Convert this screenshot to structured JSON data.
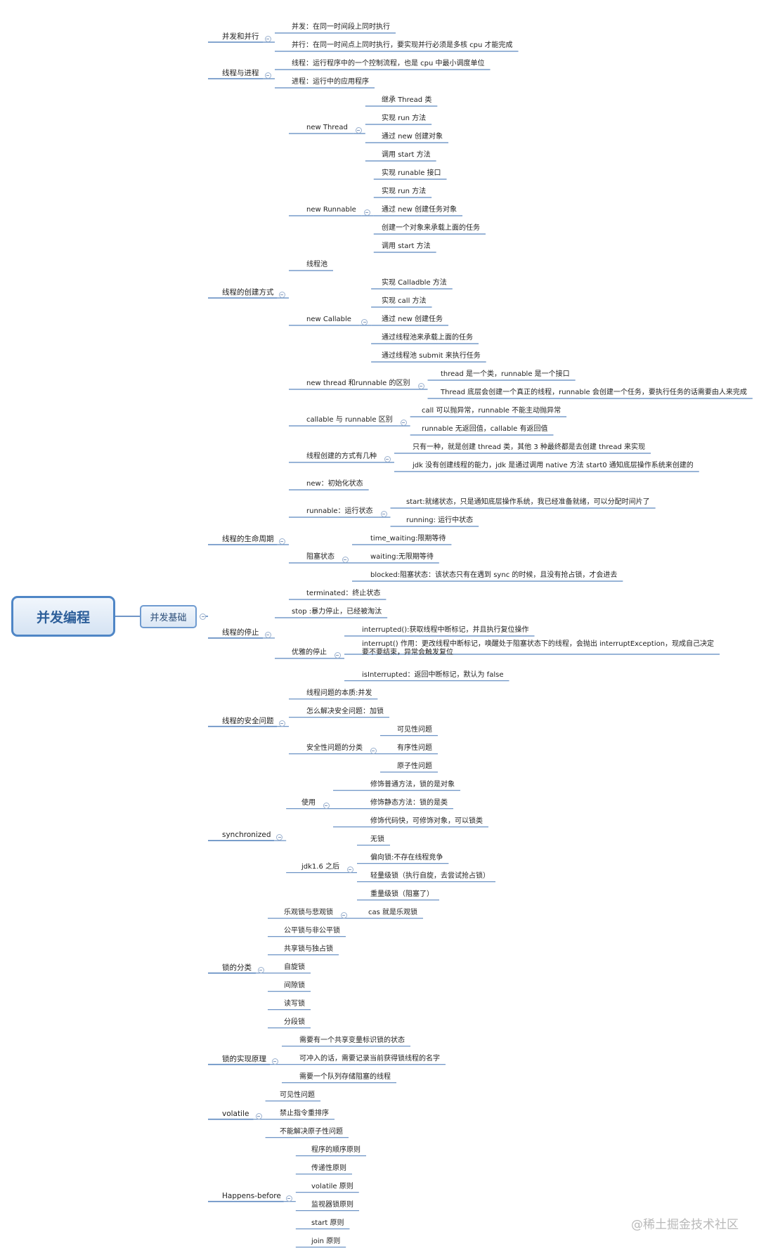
{
  "root": {
    "label": "并发编程"
  },
  "hub": {
    "label": "并发基础"
  },
  "watermark": "@稀土掘金技术社区",
  "colors": {
    "line": "#5b87bf",
    "root_border": "#4f86c6",
    "text": "#222222"
  },
  "tree": [
    {
      "label": "并发和并行",
      "children": [
        {
          "label": "并发：在同一时间段上同时执行"
        },
        {
          "label": "并行：在同一时间点上同时执行，要实现并行必须是多核 cpu 才能完成"
        }
      ]
    },
    {
      "label": "线程与进程",
      "children": [
        {
          "label": "线程：运行程序中的一个控制流程，也是 cpu 中最小调度单位"
        },
        {
          "label": "进程：运行中的应用程序"
        }
      ]
    },
    {
      "label": "线程的创建方式",
      "children": [
        {
          "label": "new Thread",
          "children": [
            {
              "label": "继承 Thread 类"
            },
            {
              "label": "实现 run 方法"
            },
            {
              "label": "通过 new 创建对象"
            },
            {
              "label": "调用 start 方法"
            }
          ]
        },
        {
          "label": "new Runnable",
          "children": [
            {
              "label": "实现 runable 接口"
            },
            {
              "label": "实现 run 方法"
            },
            {
              "label": "通过 new 创建任务对象"
            },
            {
              "label": "创建一个对象来承载上面的任务"
            },
            {
              "label": "调用 start 方法"
            }
          ]
        },
        {
          "label": "线程池"
        },
        {
          "label": "new  Callable",
          "children": [
            {
              "label": "实现 Calladble 方法"
            },
            {
              "label": "实现 call 方法"
            },
            {
              "label": "通过 new 创建任务"
            },
            {
              "label": "通过线程池来承载上面的任务"
            },
            {
              "label": "通过线程池 submit 来执行任务"
            }
          ]
        },
        {
          "label": "new thread 和runnable 的区别",
          "children": [
            {
              "label": "thread 是一个类，runnable 是一个接口"
            },
            {
              "label": "Thread 底层会创建一个真正的线程，runnable 会创建一个任务，要执行任务的话需要由人来完成"
            }
          ]
        },
        {
          "label": "callable 与 runnable 区别",
          "children": [
            {
              "label": "call 可以抛异常，runnable 不能主动抛异常"
            },
            {
              "label": "runnable 无返回值，callable 有返回值"
            }
          ]
        },
        {
          "label": "线程创建的方式有几种",
          "children": [
            {
              "label": "只有一种，就是创建 thread 类，其他 3 种最终都是去创建 thread 来实现"
            },
            {
              "label": "jdk 没有创建线程的能力，jdk 是通过调用 native 方法 start0 通知底层操作系统来创建的"
            }
          ]
        }
      ]
    },
    {
      "label": "线程的生命周期",
      "children": [
        {
          "label": "new：初始化状态"
        },
        {
          "label": "runnable：运行状态",
          "children": [
            {
              "label": "start:就绪状态，只是通知底层操作系统，我已经准备就绪，可以分配时间片了"
            },
            {
              "label": "running: 运行中状态"
            }
          ]
        },
        {
          "label": "阻塞状态",
          "children": [
            {
              "label": "time_waiting:限期等待"
            },
            {
              "label": "waiting:无限期等待"
            },
            {
              "label": "blocked:阻塞状态：该状态只有在遇到 sync 的时候，且没有抢占锁，才会进去"
            }
          ]
        },
        {
          "label": "terminated：终止状态"
        }
      ]
    },
    {
      "label": "线程的停止",
      "children": [
        {
          "label": "stop :暴力停止，已经被淘汰"
        },
        {
          "label": "优雅的停止",
          "children": [
            {
              "label": "interrupted():获取线程中断标记，并且执行复位操作"
            },
            {
              "label": "interrupt() 作用：更改线程中断标记，唤醒处于阻塞状态下的线程，会抛出 interruptException，现成自己决定",
              "label2": "要不要结束，异常会触发复位"
            },
            {
              "label": "isInterrupted：返回中断标记，默认为 false"
            }
          ]
        }
      ]
    },
    {
      "label": "线程的安全问题",
      "children": [
        {
          "label": "线程问题的本质:并发"
        },
        {
          "label": "怎么解决安全问题：加锁"
        },
        {
          "label": "安全性问题的分类",
          "children": [
            {
              "label": "可见性问题"
            },
            {
              "label": "有序性问题"
            },
            {
              "label": "原子性问题"
            }
          ]
        }
      ]
    },
    {
      "label": "synchronized",
      "children": [
        {
          "label": "使用",
          "children": [
            {
              "label": "修饰普通方法，锁的是对象"
            },
            {
              "label": "修饰静态方法：锁的是类"
            },
            {
              "label": "修饰代码快，可修饰对象，可以锁类"
            }
          ]
        },
        {
          "label": "jdk1.6 之后",
          "children": [
            {
              "label": "无锁"
            },
            {
              "label": "偏向锁:不存在线程竞争"
            },
            {
              "label": "轻量级锁（执行自旋，去尝试抢占锁）"
            },
            {
              "label": "重量级锁（阻塞了）"
            }
          ]
        }
      ]
    },
    {
      "label": "锁的分类",
      "children": [
        {
          "label": "乐观锁与悲观锁",
          "children": [
            {
              "label": "cas 就是乐观锁"
            }
          ]
        },
        {
          "label": "公平锁与非公平锁"
        },
        {
          "label": "共享锁与独占锁"
        },
        {
          "label": "自旋锁"
        },
        {
          "label": "间隙锁"
        },
        {
          "label": "读写锁"
        },
        {
          "label": "分段锁"
        }
      ]
    },
    {
      "label": "锁的实现原理",
      "children": [
        {
          "label": "需要有一个共享变量标识锁的状态"
        },
        {
          "label": "可冲入的话，需要记录当前获得锁线程的名字"
        },
        {
          "label": "需要一个队列存储阻塞的线程"
        }
      ]
    },
    {
      "label": "volatile",
      "children": [
        {
          "label": "可见性问题"
        },
        {
          "label": "禁止指令重排序"
        },
        {
          "label": "不能解决原子性问题"
        }
      ]
    },
    {
      "label": "Happens-before",
      "children": [
        {
          "label": "程序的顺序原则"
        },
        {
          "label": "传递性原则"
        },
        {
          "label": "volatile 原则"
        },
        {
          "label": "监视器锁原则"
        },
        {
          "label": "start 原则"
        },
        {
          "label": "join 原则"
        }
      ]
    }
  ]
}
